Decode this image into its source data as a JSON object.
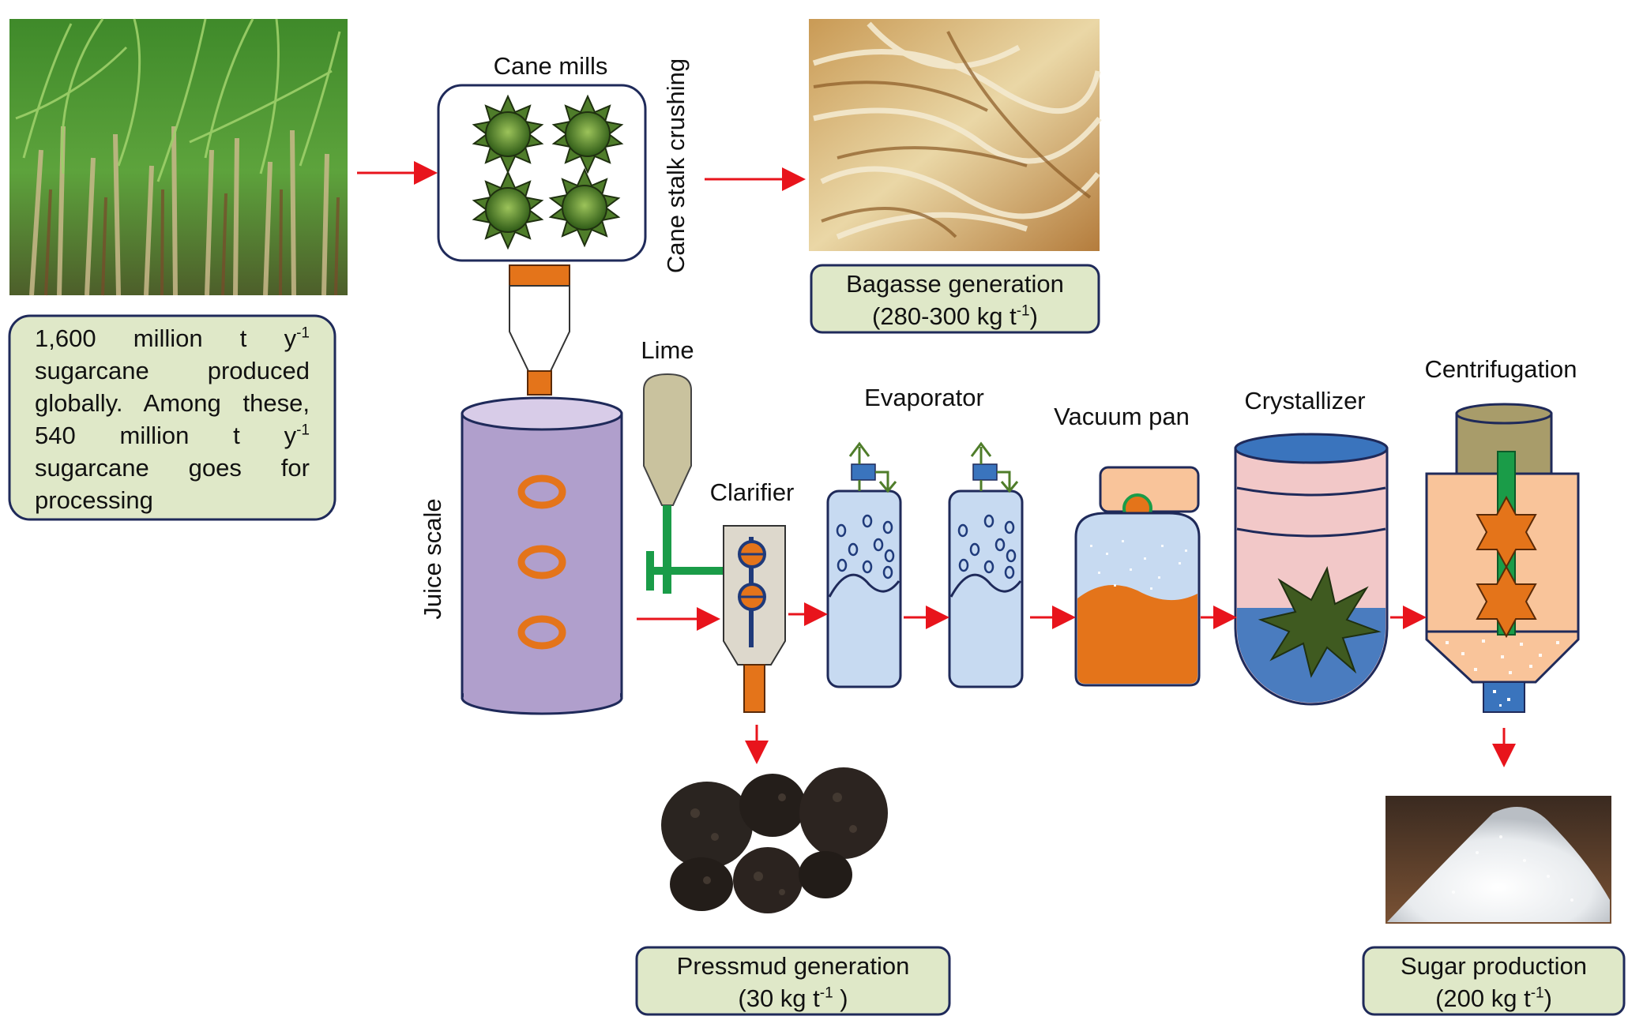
{
  "stages": {
    "cane_mills": "Cane mills",
    "cane_stalk_crushing": "Cane stalk crushing",
    "juice_scale": "Juice scale",
    "lime": "Lime",
    "clarifier": "Clarifier",
    "evaporator": "Evaporator",
    "vacuum_pan": "Vacuum pan",
    "crystallizer": "Crystallizer",
    "centrifugation": "Centrifugation"
  },
  "info_box": {
    "line1_pre": "1,600 million t y",
    "line1_sup": "-1",
    "line2": "sugarcane produced",
    "line3": "globally. Among these,",
    "line4_pre": "540 million t y",
    "line4_sup": "-1",
    "line5": "sugarcane goes for",
    "line6": "processing"
  },
  "outputs": {
    "bagasse": {
      "title": "Bagasse generation",
      "value_pre": "(280-300 kg t",
      "value_sup": "-1",
      "value_post": ")"
    },
    "pressmud": {
      "title": "Pressmud generation",
      "value_pre": "(30 kg t",
      "value_sup": "-1",
      "value_post": " )"
    },
    "sugar": {
      "title": "Sugar production",
      "value_pre": "(200 kg t",
      "value_sup": "-1",
      "value_post": ")"
    }
  },
  "colors": {
    "arrow": "#e8141c",
    "box_fill": "#dfe8c8",
    "box_border": "#1f2a5a",
    "juice_tank": "#b09fcc",
    "orange": "#e4741a",
    "evaporator": "#c7daf1",
    "crystallizer_top": "#f2c8c8",
    "crystallizer_bottom": "#4a7cbf",
    "centrifuge": "#f9c49a",
    "mill_green": "#4f7d2a"
  }
}
